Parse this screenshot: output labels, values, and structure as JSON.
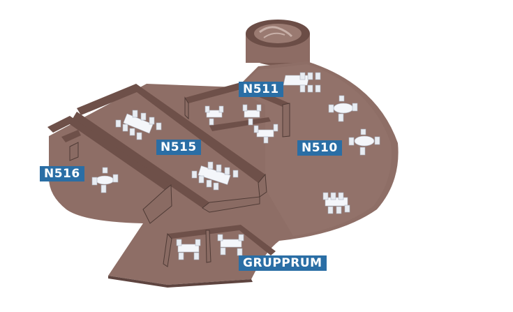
{
  "rooms": {
    "n511": {
      "label": "N511"
    },
    "n515": {
      "label": "N515"
    },
    "n510": {
      "label": "N510"
    },
    "n516": {
      "label": "N516"
    },
    "grupprum": {
      "label": "GRUPPRUM"
    }
  },
  "colors": {
    "label_bg": "#2a6ea5",
    "label_text": "#ffffff",
    "floor": "#8e6e66",
    "walls": "#6e5049",
    "furniture": "#eef1f6"
  }
}
